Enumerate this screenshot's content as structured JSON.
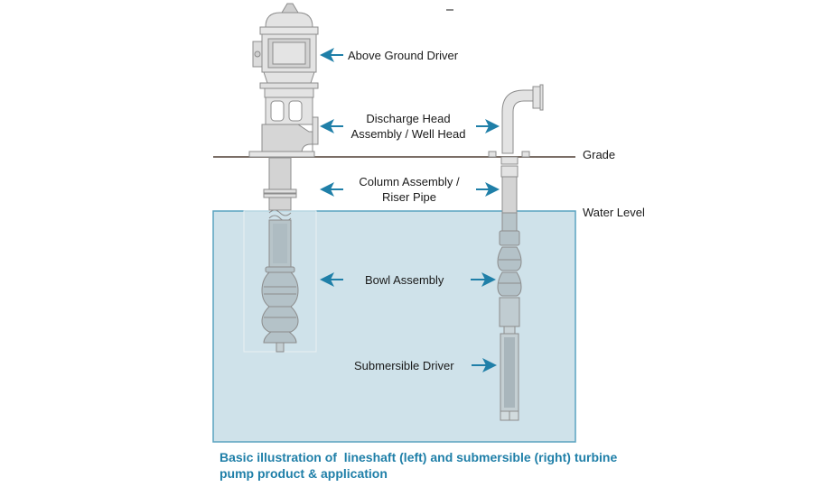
{
  "diagram": {
    "title": "Basic illustration of lineshaft (left) and submersible (right) turbine pump product & application",
    "labels": {
      "above_ground_driver": "Above Ground Driver",
      "discharge_head_line1": "Discharge Head",
      "discharge_head_line2": "Assembly / Well Head",
      "grade": "Grade",
      "column_assembly_line1": "Column Assembly /",
      "column_assembly_line2": "Riser Pipe",
      "water_level": "Water Level",
      "bowl_assembly": "Bowl Assembly",
      "submersible_driver": "Submersible Driver"
    },
    "caption_line1": "Basic illustration of  lineshaft (left) and submersible (right) turbine",
    "caption_line2": "pump product & application",
    "colors": {
      "water_fill": "#cfe2ea",
      "water_border": "#5aa3c0",
      "arrow": "#1f7fa8",
      "caption": "#1f7fa8",
      "grade_line": "#7a6e66",
      "pump_fill": "#d9d9d9",
      "pump_stroke": "#8c8c8c"
    },
    "pumps": [
      {
        "name": "lineshaft",
        "position": "left"
      },
      {
        "name": "submersible",
        "position": "right"
      }
    ]
  }
}
